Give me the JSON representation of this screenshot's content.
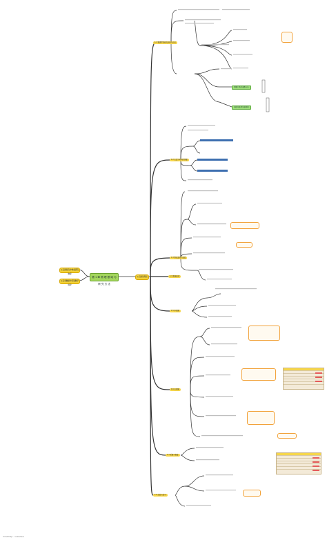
{
  "root": {
    "label": "第 1 章 物 理 基 础 与 研 究 方 法"
  },
  "left_branches": [
    {
      "label": "从实践探究中体会研究物理"
    },
    {
      "label": "从实验数据中获取数学规律"
    }
  ],
  "right_hub": {
    "label": "从实践到理论"
  },
  "sections": [
    {
      "label": "1.1 物理学的研究对象与方法"
    },
    {
      "label": "1.2 长度与时间的测量"
    },
    {
      "label": "1.3 物态变化与温度"
    },
    {
      "label": "1.4 机械运动"
    },
    {
      "label": "1.5 声现象"
    },
    {
      "label": "1.6 光现象"
    },
    {
      "label": "1.7 质量与密度"
    },
    {
      "label": "1.8 总结与复习"
    }
  ],
  "tags": [
    {
      "label": "测量工具的读数方法"
    },
    {
      "label": "刻度尺使用注意事项"
    }
  ],
  "footer": {
    "label": "mindmap · overview"
  }
}
